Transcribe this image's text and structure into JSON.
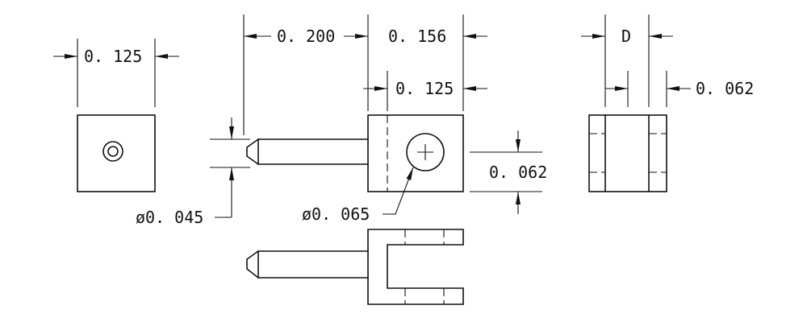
{
  "drawing": {
    "ink_color": "#111111",
    "paper_color": "#ffffff",
    "dimensions": {
      "end_view_width": "0. 125",
      "pin_offset": "0. 200",
      "clevis_length": "0. 156",
      "hole_offset": "0. 125",
      "side_view_width": "D",
      "side_view_wall": "0. 062",
      "block_height": "0. 062",
      "pin_diameter": "ø0. 045",
      "hole_diameter": "ø0. 065"
    },
    "views": [
      "end-view",
      "front-view",
      "side-view",
      "top-view"
    ]
  }
}
